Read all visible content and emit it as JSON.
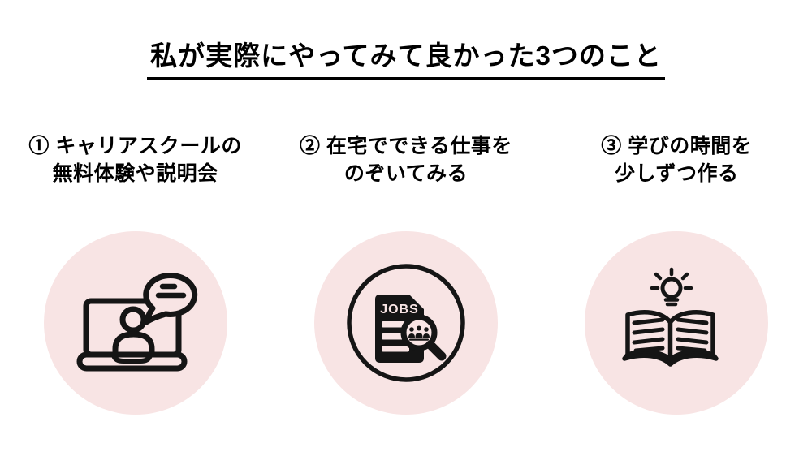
{
  "title": "私が実際にやってみて良かった3つのこと",
  "colors": {
    "circle_bg": "#f8e4e4",
    "icon_ink": "#151515",
    "text": "#000000",
    "page_bg": "#ffffff"
  },
  "items": [
    {
      "line1": "① キャリアスクールの",
      "line2": "無料体験や説明会",
      "icon": "laptop-video-chat-icon"
    },
    {
      "line1": "② 在宅でできる仕事を",
      "line2": "のぞいてみる",
      "icon": "jobs-document-search-icon",
      "icon_text": "JOBS"
    },
    {
      "line1": "③ 学びの時間を",
      "line2": "少しずつ作る",
      "icon": "open-book-idea-icon"
    }
  ]
}
